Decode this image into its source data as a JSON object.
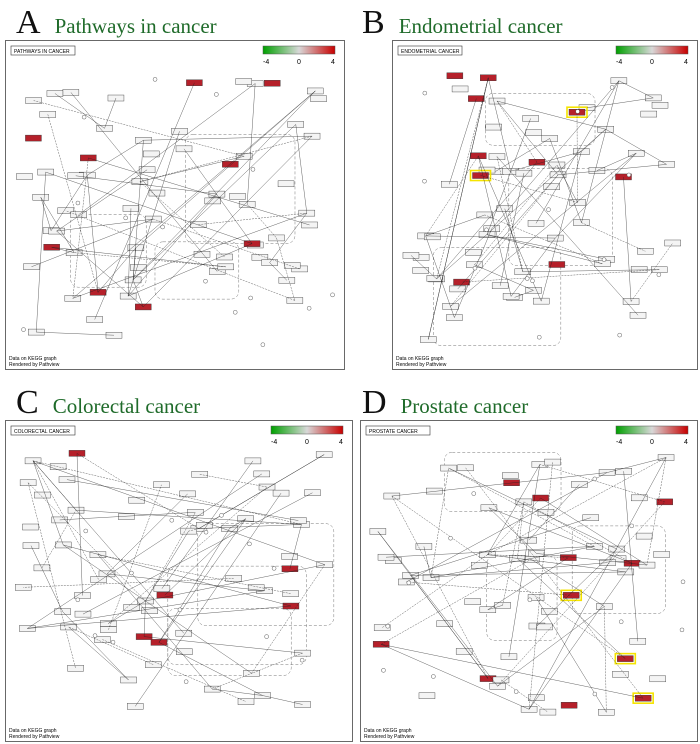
{
  "panels": [
    {
      "letter": "A",
      "title": "Pathways in cancer",
      "inner_title": "PATHWAYS IN CANCER",
      "footer_line1": "Data on KEGG graph",
      "footer_line2": "Rendered by Pathview"
    },
    {
      "letter": "B",
      "title": "Endometrial cancer",
      "inner_title": "ENDOMETRIAL CANCER",
      "footer_line1": "Data on KEGG graph",
      "footer_line2": "Rendered by Pathview"
    },
    {
      "letter": "C",
      "title": "Colorectal cancer",
      "inner_title": "COLORECTAL CANCER",
      "footer_line1": "Data on KEGG graph",
      "footer_line2": "Rendered by Pathview"
    },
    {
      "letter": "D",
      "title": "Prostate cancer",
      "inner_title": "PROSTATE CANCER",
      "footer_line1": "Data on KEGG graph",
      "footer_line2": "Rendered by Pathview"
    }
  ],
  "color_scale": {
    "ticks": [
      "-4",
      "0",
      "4"
    ],
    "low_color": "#00a000",
    "mid_color": "#d8d8d8",
    "high_color": "#c80000"
  },
  "highlight_color": "#f5e400",
  "node_color": "#f4f4f4",
  "up_color": "#b5202a"
}
